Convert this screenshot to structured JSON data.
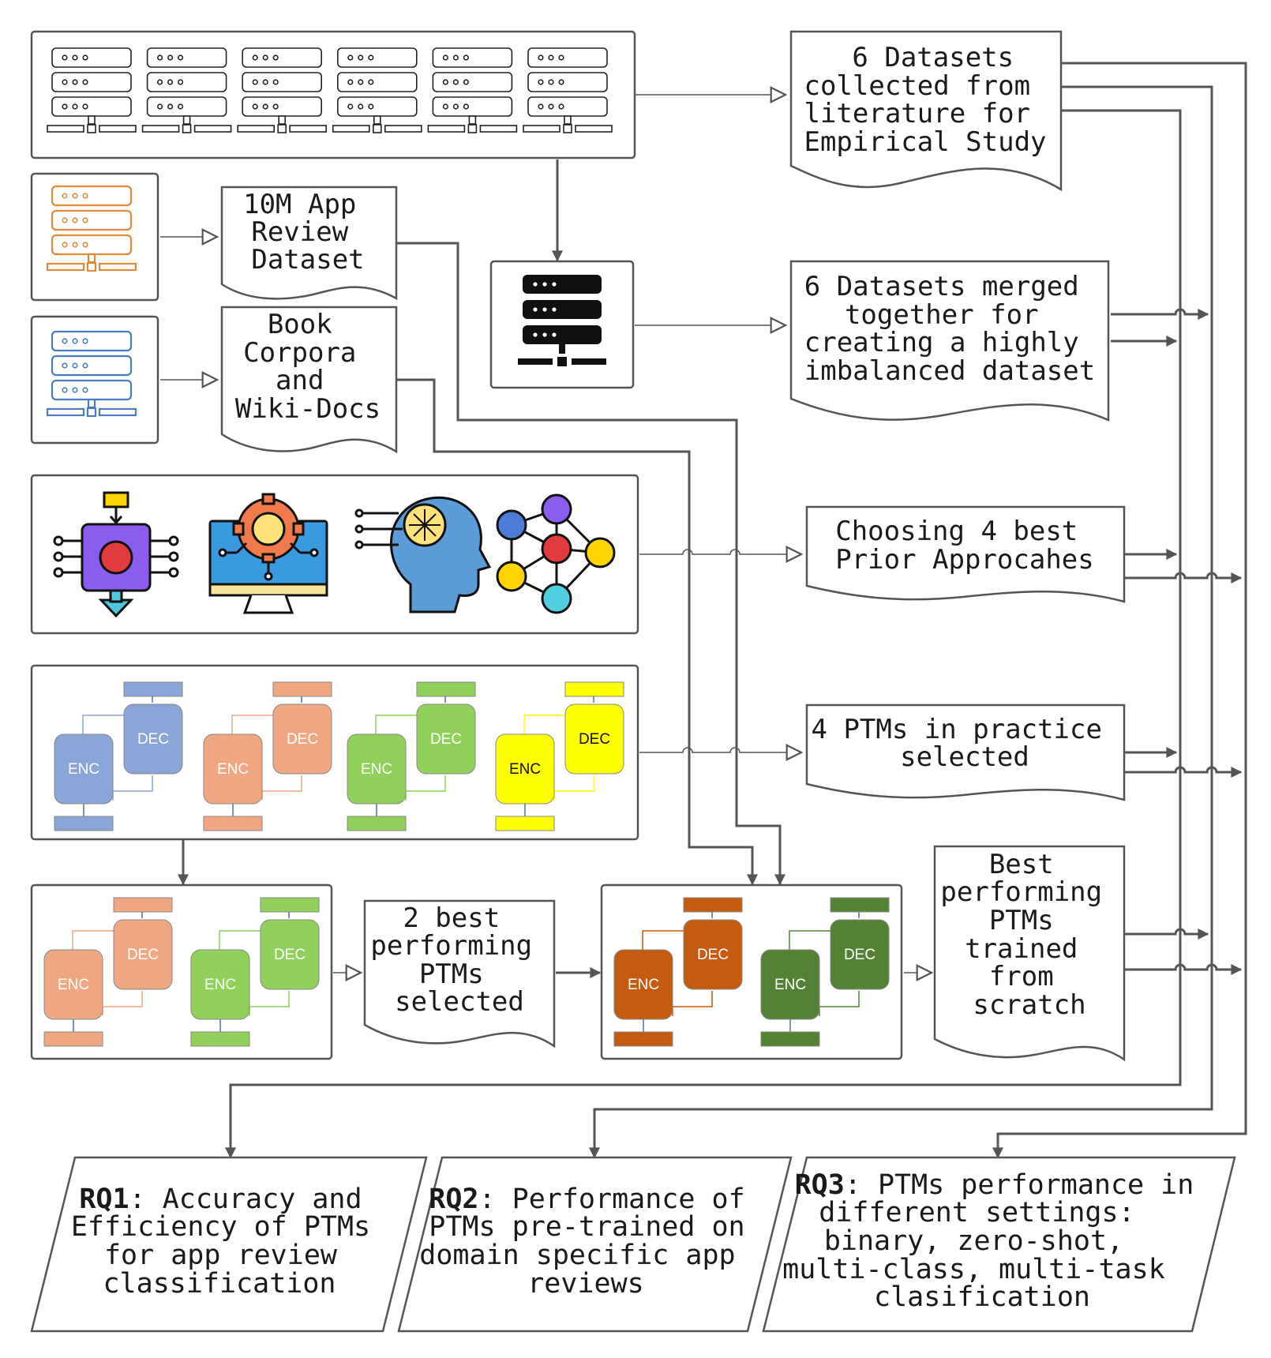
{
  "nodes": {
    "six_datasets": [
      "6 Datasets",
      "collected from",
      "literature for",
      "Empirical Study"
    ],
    "app_review": [
      "10M App",
      "Review",
      "Dataset"
    ],
    "book_corpora": [
      "Book",
      "Corpora",
      "and",
      "Wiki-Docs"
    ],
    "merged": [
      "6 Datasets merged",
      "together for",
      "creating a highly",
      "imbalanced dataset"
    ],
    "prior_approaches": [
      "Choosing 4 best",
      "Prior Approcahes"
    ],
    "ptms_practice": [
      "4 PTMs in practice",
      "selected"
    ],
    "two_best": [
      "2 best",
      "performing",
      "PTMs",
      "selected"
    ],
    "best_scratch": [
      "Best",
      "performing",
      "PTMs",
      "trained",
      "from",
      "scratch"
    ]
  },
  "model_labels": {
    "enc": "ENC",
    "dec": "DEC"
  },
  "research_questions": [
    {
      "id": "RQ1",
      "sep": ": ",
      "lines": [
        "Accuracy and",
        "Efficiency of PTMs",
        "for app review",
        "classification"
      ]
    },
    {
      "id": "RQ2",
      "sep": ": ",
      "lines": [
        "Performance of",
        "PTMs pre-trained on",
        "domain specific app",
        "reviews"
      ]
    },
    {
      "id": "RQ3",
      "sep": ": ",
      "lines": [
        "PTMs performance in",
        "different settings:",
        "binary, zero-shot,",
        "multi-class, multi-task",
        "clasification"
      ]
    }
  ],
  "colors": {
    "line": "#555555",
    "server_orange": "#e2893a",
    "server_blue": "#4a7cc0",
    "ptm_blue": "#8aa5d8",
    "ptm_salmon": "#f0a882",
    "ptm_green": "#8fd15a",
    "ptm_yellow": "#ffff00",
    "ptm_dark_orange": "#c55a11",
    "ptm_dark_green": "#548235"
  }
}
